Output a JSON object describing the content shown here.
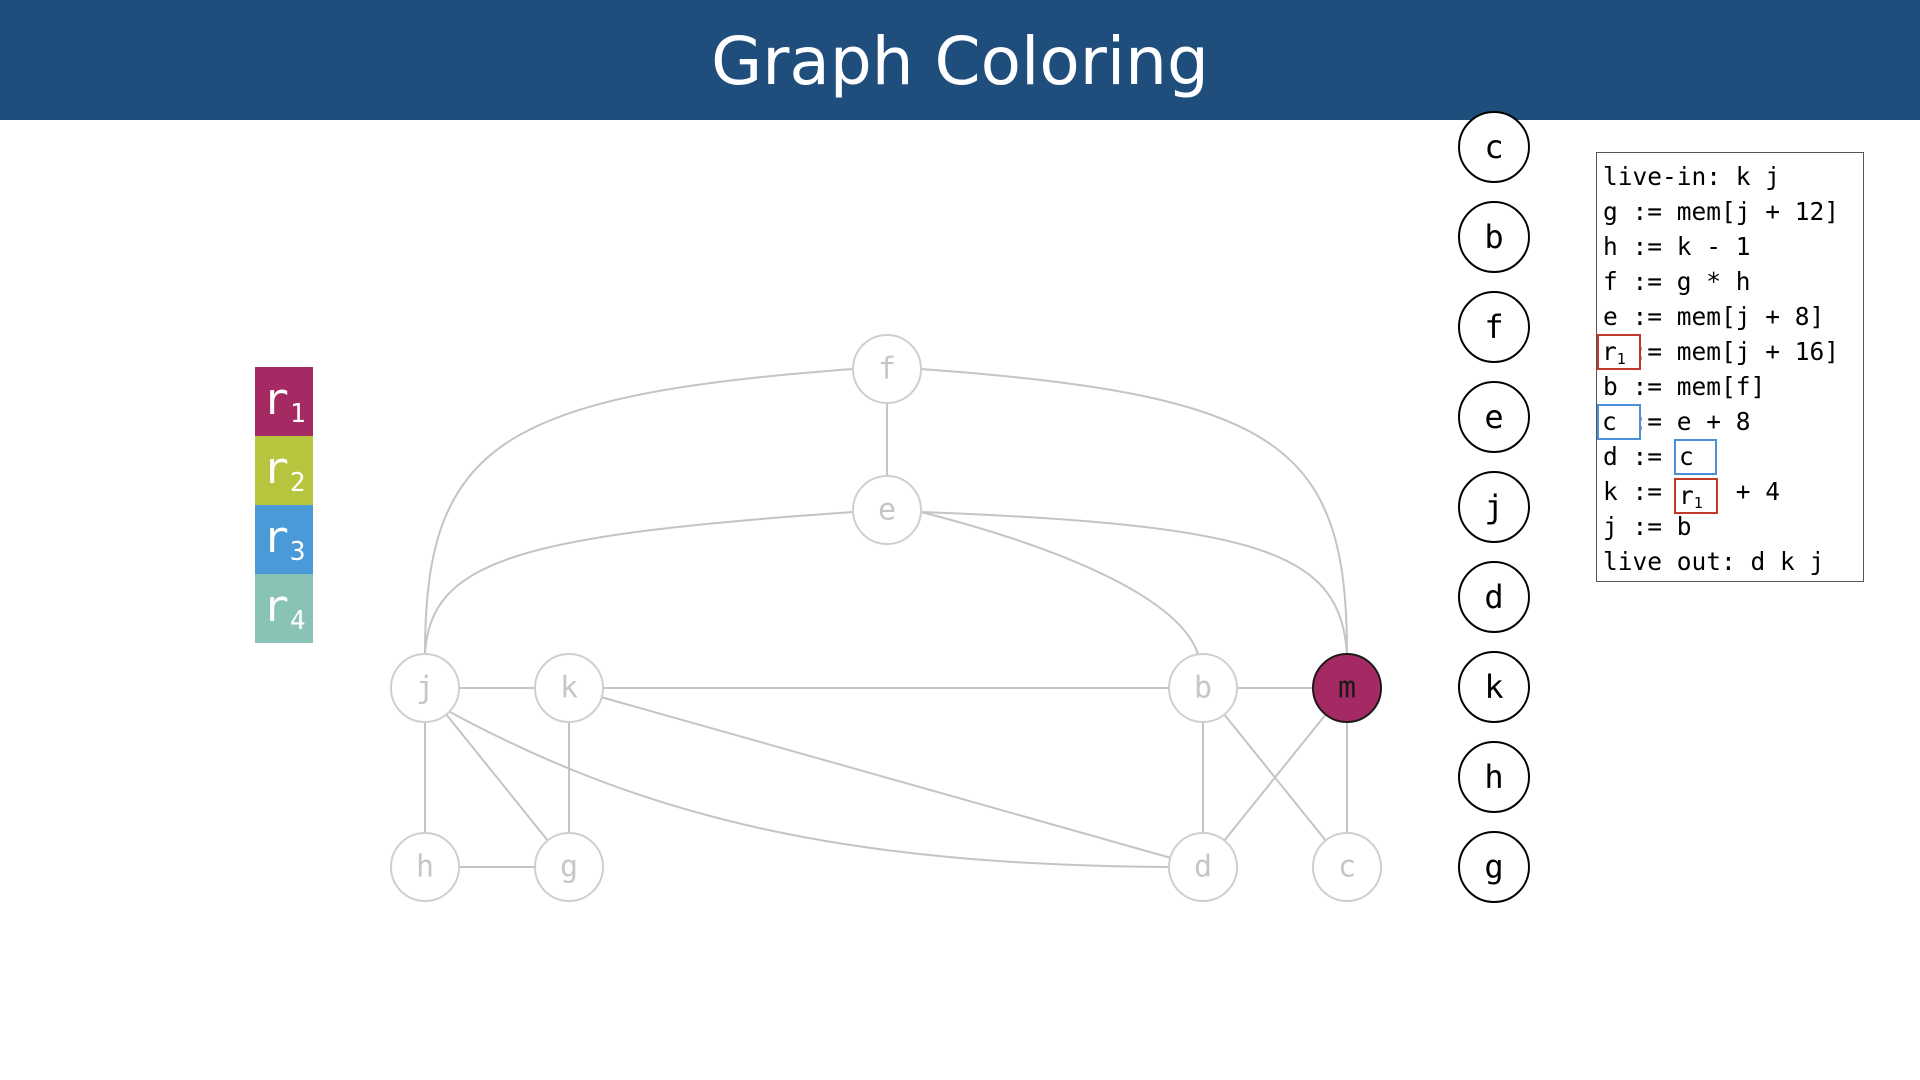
{
  "title": "Graph Coloring",
  "registers": [
    {
      "id": "r1",
      "base": "r",
      "sub": "1",
      "color": "#a52a63"
    },
    {
      "id": "r2",
      "base": "r",
      "sub": "2",
      "color": "#b6c53d"
    },
    {
      "id": "r3",
      "base": "r",
      "sub": "3",
      "color": "#4a9ad8"
    },
    {
      "id": "r4",
      "base": "r",
      "sub": "4",
      "color": "#88c3b6"
    }
  ],
  "graph": {
    "nodes": [
      {
        "id": "f",
        "label": "f"
      },
      {
        "id": "e",
        "label": "e"
      },
      {
        "id": "j",
        "label": "j"
      },
      {
        "id": "k",
        "label": "k"
      },
      {
        "id": "b",
        "label": "b"
      },
      {
        "id": "m",
        "label": "m",
        "color": "#a52a63",
        "active": true
      },
      {
        "id": "h",
        "label": "h"
      },
      {
        "id": "g",
        "label": "g"
      },
      {
        "id": "d",
        "label": "d"
      },
      {
        "id": "c",
        "label": "c"
      }
    ],
    "edges": [
      [
        "f",
        "e"
      ],
      [
        "f",
        "j"
      ],
      [
        "f",
        "m"
      ],
      [
        "e",
        "j"
      ],
      [
        "e",
        "m"
      ],
      [
        "e",
        "b"
      ],
      [
        "j",
        "k"
      ],
      [
        "j",
        "h"
      ],
      [
        "j",
        "g"
      ],
      [
        "j",
        "d"
      ],
      [
        "k",
        "b"
      ],
      [
        "k",
        "g"
      ],
      [
        "k",
        "d"
      ],
      [
        "h",
        "g"
      ],
      [
        "b",
        "m"
      ],
      [
        "b",
        "d"
      ],
      [
        "b",
        "c"
      ],
      [
        "m",
        "d"
      ],
      [
        "m",
        "c"
      ]
    ]
  },
  "stack": [
    "c",
    "b",
    "f",
    "e",
    "j",
    "d",
    "k",
    "h",
    "g"
  ],
  "code": {
    "lines": [
      "live-in: k j",
      "g := mem[j + 12]",
      "h := k - 1",
      "f := g * h",
      "e := mem[j + 8]",
      "  := mem[j + 16]",
      "b := mem[f]",
      "  := e + 8",
      "d :=",
      "k :=     + 4",
      "j := b",
      "live out: d k j"
    ],
    "highlights": [
      {
        "id": "m-def",
        "base": "r",
        "sub": "1",
        "border": "#c0392b"
      },
      {
        "id": "c-def",
        "text": "c",
        "border": "#4a90d9"
      },
      {
        "id": "c-use",
        "text": "c",
        "border": "#4a90d9"
      },
      {
        "id": "m-use",
        "base": "r",
        "sub": "1",
        "border": "#c0392b"
      }
    ]
  }
}
